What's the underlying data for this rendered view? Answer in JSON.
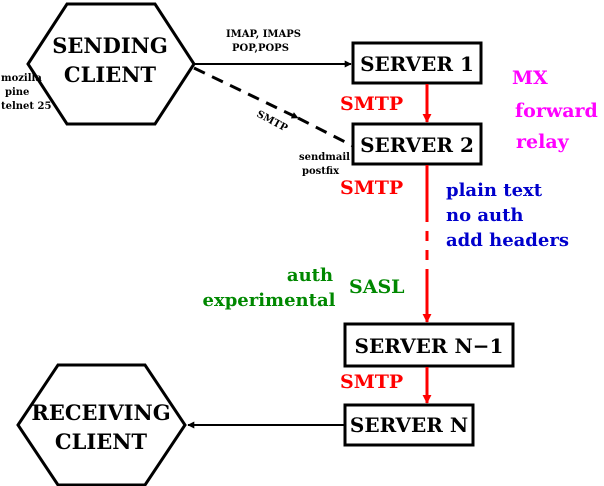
{
  "nodes": {
    "sending_client": [
      "SENDING",
      "CLIENT"
    ],
    "receiving_client": [
      "RECEIVING",
      "CLIENT"
    ],
    "server_1": "SERVER 1",
    "server_2": "SERVER 2",
    "server_n_minus_1": "SERVER N−1",
    "server_n": "SERVER N"
  },
  "labels": {
    "client_programs": [
      "mozilla",
      "pine",
      "telnet 25"
    ],
    "imap_pop": [
      "IMAP, IMAPS",
      "POP,POPS"
    ],
    "smtp_small": "SMTP",
    "mta_programs": [
      "sendmail",
      "postfix"
    ],
    "smtp_1": "SMTP",
    "smtp_2": "SMTP",
    "smtp_3": "SMTP",
    "sasl": "SASL",
    "auth": [
      "auth",
      "experimental"
    ],
    "mx": [
      "MX",
      "forward",
      "relay"
    ],
    "plain": [
      "plain text",
      "no auth",
      "add headers"
    ]
  },
  "colors": {
    "black": "#000000",
    "red": "#ff0000",
    "magenta": "#ff00ff",
    "blue": "#0000cc",
    "green": "#008800"
  }
}
